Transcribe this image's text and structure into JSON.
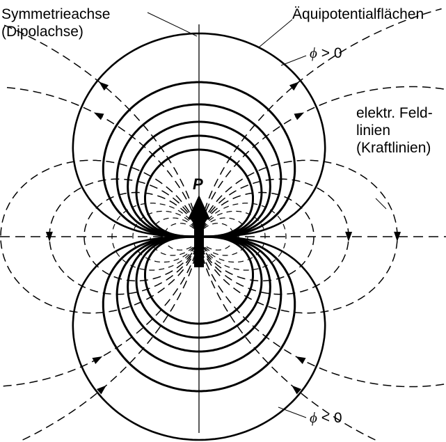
{
  "labels": {
    "axis_line1": "Symmetrieachse",
    "axis_line2": "(Dipolachse)",
    "equipotential": "Äquipotentialflächen",
    "phi_pos_symbol": "ϕ",
    "phi_pos_rel": "> 0",
    "phi_neg_symbol": "ϕ",
    "phi_neg_rel": "< 0",
    "field_line1": "elektr. Feld-",
    "field_line2": "linien",
    "field_line3": "(Kraftlinien)",
    "dipole": "P"
  },
  "colors": {
    "ink": "#000000"
  }
}
